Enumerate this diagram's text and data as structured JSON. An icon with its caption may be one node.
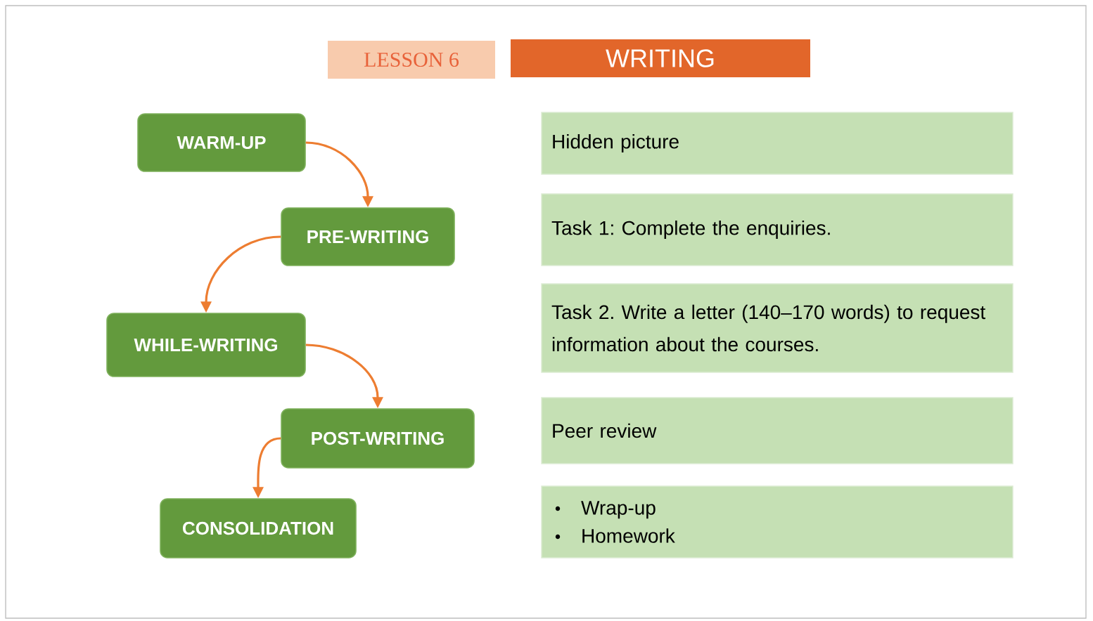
{
  "diagram": {
    "nodes": [
      {
        "text": [
          "LESSON 6"
        ]
      },
      {
        "text": [
          "WRITING"
        ]
      },
      {
        "text": [
          "WARM-UP"
        ]
      },
      {
        "text": [
          "PRE-WRITING"
        ]
      },
      {
        "text": [
          "WHILE-WRITING"
        ]
      },
      {
        "text": [
          "POST-WRITING"
        ]
      },
      {
        "text": [
          "CONSOLIDATION"
        ]
      },
      {
        "text": [
          "Hidden picture"
        ]
      },
      {
        "text": [
          "Task 1: Complete the enquiries."
        ]
      },
      {
        "text": [
          "Task 2. Write a letter (140–170 words) to request information about the courses."
        ]
      },
      {
        "text": [
          "Peer review"
        ]
      },
      {
        "text": [
          "Wrap-up",
          "Homework"
        ]
      }
    ],
    "edges": [
      {
        "from": 2,
        "to": 3,
        "arrow": "to"
      },
      {
        "from": 3,
        "to": 4,
        "arrow": "to"
      },
      {
        "from": 4,
        "to": 5,
        "arrow": "to"
      },
      {
        "from": 5,
        "to": 6,
        "arrow": "to"
      }
    ]
  }
}
